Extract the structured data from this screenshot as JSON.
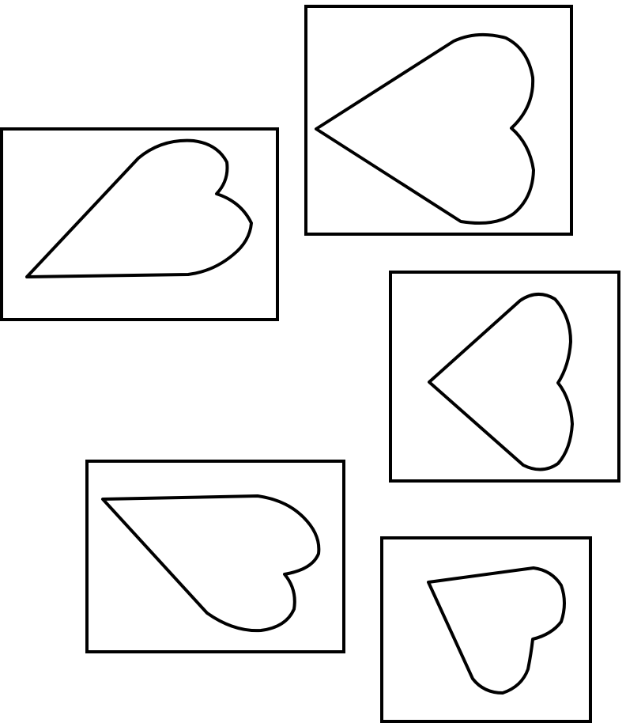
{
  "figure": {
    "background": "#ffffff",
    "stroke_color": "#000000",
    "panels": [
      {
        "id": "top-right",
        "shape": "heart",
        "tip_direction": "left"
      },
      {
        "id": "left",
        "shape": "heart",
        "tip_direction": "down-left"
      },
      {
        "id": "middle-right",
        "shape": "heart",
        "tip_direction": "left"
      },
      {
        "id": "bottom-left",
        "shape": "heart",
        "tip_direction": "up-left"
      },
      {
        "id": "bottom-right",
        "shape": "heart",
        "tip_direction": "up-left"
      }
    ]
  }
}
